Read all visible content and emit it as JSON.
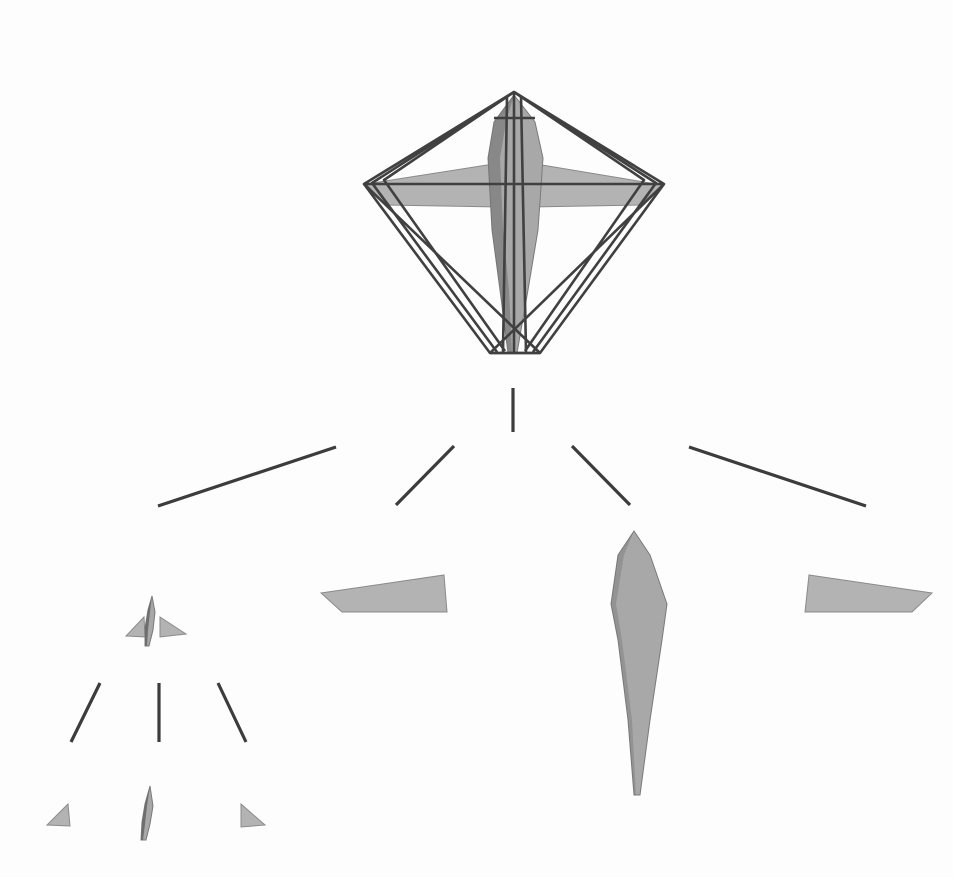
{
  "figure": {
    "background": "#fdfdfd",
    "part_fill": "#b3b3b3",
    "edge_color": "#3c3c3c",
    "hierarchy": {
      "root": "assembled-aircraft-wireframe",
      "children": [
        "small-aircraft-subassembly",
        "left-wing",
        "fuselage",
        "right-wing"
      ],
      "small_aircraft_children": [
        "small-left-wing",
        "small-fuselage",
        "small-right-wing"
      ]
    }
  }
}
